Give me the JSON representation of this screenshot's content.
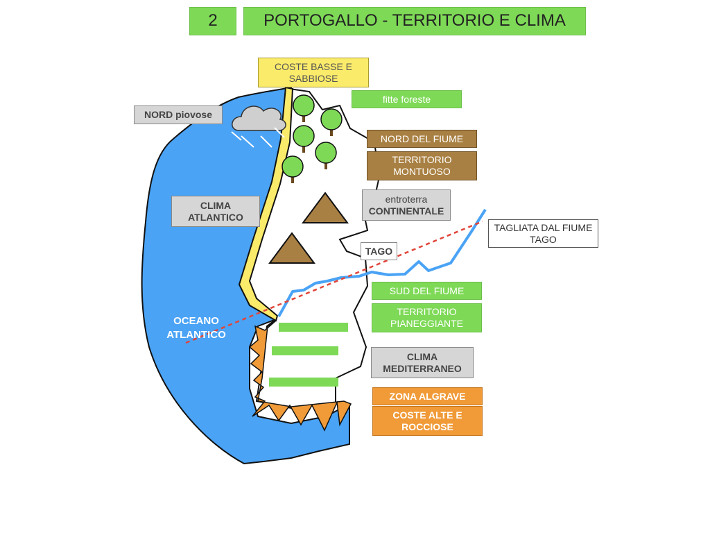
{
  "header": {
    "number": "2",
    "title": "PORTOGALLO - TERRITORIO E CLIMA"
  },
  "labels": {
    "coste_basse": [
      "COSTE BASSE E",
      "SABBIOSE"
    ],
    "fitte_foreste": "fitte foreste",
    "nord_piovose": "NORD piovose",
    "nord_fiume": "NORD DEL FIUME",
    "territorio_montuoso": [
      "TERRITORIO",
      "MONTUOSO"
    ],
    "entroterra": [
      "entroterra",
      "CONTINENTALE"
    ],
    "clima_atlantico": [
      "CLIMA",
      "ATLANTICO"
    ],
    "tagliata": [
      "TAGLIATA DAL FIUME",
      "TAGO"
    ],
    "tago": "TAGO",
    "sud_fiume": "SUD DEL FIUME",
    "territorio_pianeggiante": [
      "TERRITORIO",
      "PIANEGGIANTE"
    ],
    "clima_mediterraneo": [
      "CLIMA",
      "MEDITERRANEO"
    ],
    "oceano": [
      "OCEANO",
      "ATLANTICO"
    ],
    "zona_algrave": "ZONA ALGRAVE",
    "coste_alte": [
      "COSTE ALTE E",
      "ROCCIOSE"
    ]
  },
  "colors": {
    "ocean": "#4aa3f5",
    "coast_sand": "#fbeb6a",
    "tree": "#7ed957",
    "mountain": "#a98043",
    "river": "#4aa3f5",
    "river_cut_line": "#e0463a",
    "rocky_coast": "#f09a38",
    "plain_stripe": "#7ed957",
    "cloud": "#cfcfcf"
  },
  "icons": [
    "cloud-rain-icon",
    "tree-icon",
    "mountain-icon"
  ]
}
